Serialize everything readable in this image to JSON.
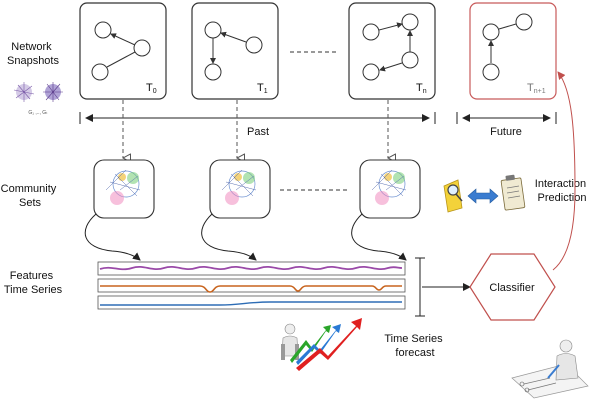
{
  "labels": {
    "network_snapshots": [
      "Network",
      "Snapshots"
    ],
    "g_series": "G₁ ,.., Gₜ",
    "community_sets": [
      "Community",
      "Sets"
    ],
    "features_time_series": [
      "Features",
      "Time Series"
    ],
    "interaction_prediction": [
      "Interaction",
      "Prediction"
    ],
    "time_series_forecast": [
      "Time Series",
      "forecast"
    ],
    "past": "Past",
    "future": "Future",
    "classifier": "Classifier"
  },
  "snapshots": [
    {
      "name": "T",
      "sub": "0"
    },
    {
      "name": "T",
      "sub": "1"
    },
    {
      "name": "T",
      "sub": "n"
    },
    {
      "name": "T",
      "sub": "n+1"
    }
  ],
  "colors": {
    "future_border": "#c85a5a",
    "future_arrow": "#c0504d",
    "series_purple": "#9a4aa8",
    "series_orange": "#c8641e",
    "series_blue": "#2e6db5",
    "forecast_red": "#e02020",
    "forecast_green": "#2aa52a",
    "forecast_blue": "#2a7ad5"
  }
}
